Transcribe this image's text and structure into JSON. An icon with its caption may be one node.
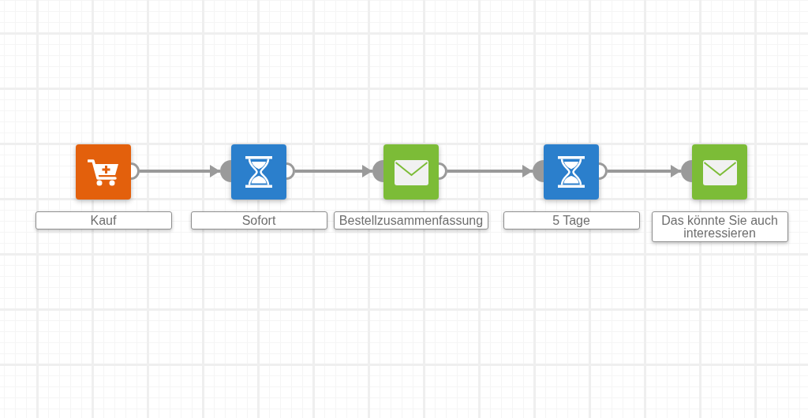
{
  "diagram": {
    "nodes": [
      {
        "text": [],
        "shape": "box",
        "beside": [
          "Kauf"
        ]
      },
      {
        "text": [],
        "shape": "box",
        "beside": [
          "Sofort"
        ]
      },
      {
        "text": [],
        "shape": "box",
        "beside": [
          "Bestellzusammenfassung"
        ]
      },
      {
        "text": [],
        "shape": "box",
        "beside": [
          "5 Tage"
        ]
      },
      {
        "text": [],
        "shape": "box",
        "beside": [
          "Das könnte Sie auch interessieren"
        ]
      }
    ],
    "edges": [
      {
        "from": 0,
        "to": 1,
        "arrow": "to"
      },
      {
        "from": 1,
        "to": 2,
        "arrow": "to"
      },
      {
        "from": 2,
        "to": 3,
        "arrow": "to"
      },
      {
        "from": 3,
        "to": 4,
        "arrow": "to"
      }
    ]
  }
}
